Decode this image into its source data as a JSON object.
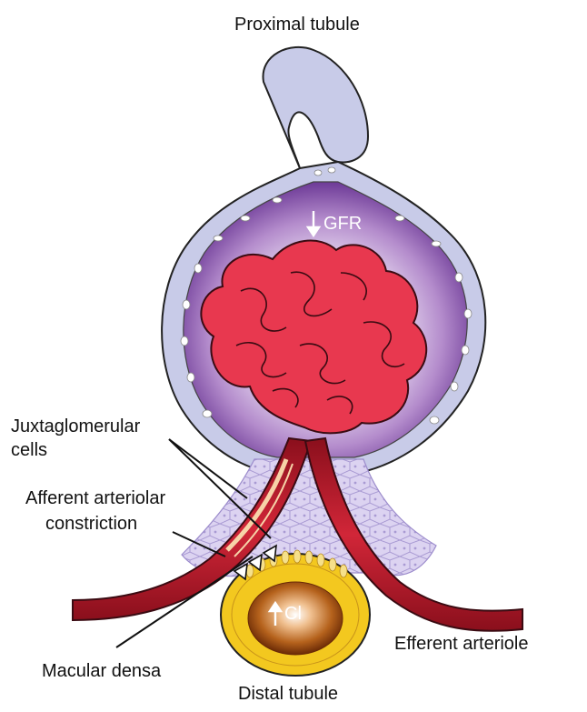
{
  "labels": {
    "proximal_tubule": "Proximal tubule",
    "gfr": "GFR",
    "juxtaglomerular_line1": "Juxtaglomerular",
    "juxtaglomerular_line2": "cells",
    "afferent_line1": "Afferent arteriolar",
    "afferent_line2": "constriction",
    "macular_densa": "Macular densa",
    "distal_tubule": "Distal tubule",
    "efferent_arteriole": "Efferent arteriole",
    "cl": "Cl"
  },
  "indicators": {
    "gfr_arrow": "down",
    "cl_arrow": "up"
  },
  "colors": {
    "tubule": "#c8cbe8",
    "bowman_space": "#7b4aa6",
    "glomerulus": "#e8384f",
    "arteriole": "#b31b2a",
    "cell_cluster": "#d9d0ef",
    "distal_wall": "#f3c81f",
    "distal_lumen": "#8a3e0a"
  }
}
